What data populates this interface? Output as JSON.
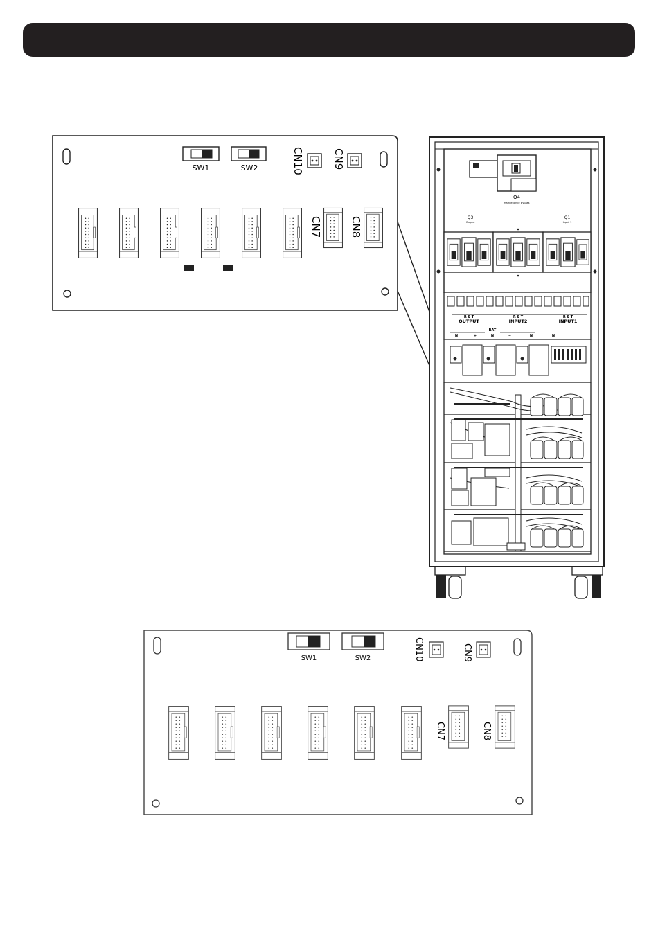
{
  "header": {
    "title": ""
  },
  "board_top": {
    "switches": [
      {
        "label": "SW1"
      },
      {
        "label": "SW2"
      }
    ],
    "small_connectors": [
      {
        "label": "CN10"
      },
      {
        "label": "CN9"
      }
    ],
    "ribbon_connectors": [
      {
        "label": "CN7"
      },
      {
        "label": "CN8"
      }
    ]
  },
  "cabinet": {
    "maintenance_breaker": {
      "label": "Q4",
      "caption": "Maintenance Bypass"
    },
    "breakers": [
      {
        "label": "Q3",
        "caption": "Output"
      },
      {
        "label": "Q1",
        "caption": "Input 1"
      }
    ],
    "terminal_groups": [
      {
        "name": "OUTPUT",
        "phases": "R S T"
      },
      {
        "name": "INPUT2",
        "phases": "R S T"
      },
      {
        "name": "INPUT1",
        "phases": "R S T"
      }
    ],
    "neutral_labels": [
      "N",
      "N",
      "N"
    ],
    "battery": {
      "label": "BAT",
      "terminals": [
        "+",
        "N",
        "−"
      ]
    }
  },
  "board_bottom": {
    "switches": [
      {
        "label": "SW1"
      },
      {
        "label": "SW2"
      }
    ],
    "small_connectors": [
      {
        "label": "CN10"
      },
      {
        "label": "CN9"
      }
    ],
    "ribbon_connectors": [
      {
        "label": "CN7"
      },
      {
        "label": "CN8"
      }
    ]
  }
}
